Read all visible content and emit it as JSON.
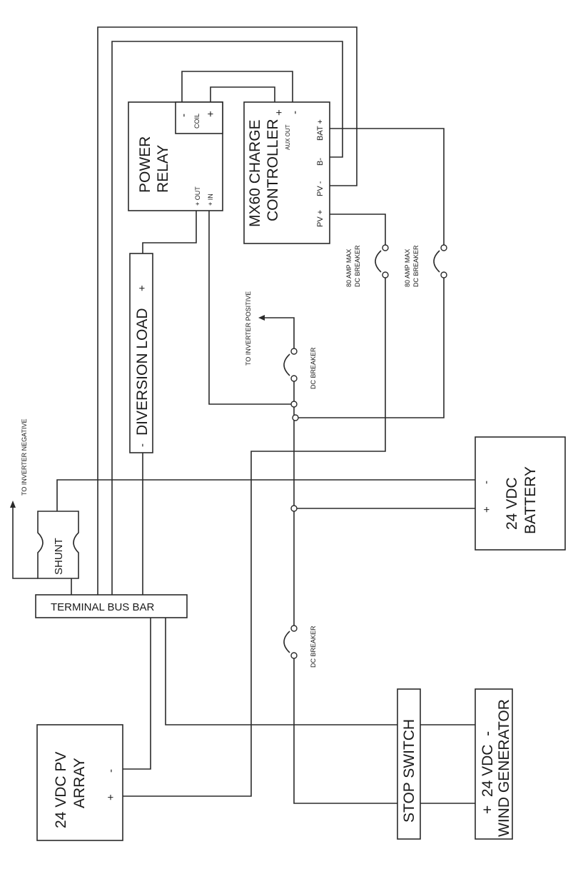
{
  "power_relay": {
    "title_line1": "POWER",
    "title_line2": "RELAY",
    "coil_label": "COIL",
    "coil_minus": "-",
    "coil_plus": "+",
    "out_label": "+ OUT",
    "in_label": "+ IN"
  },
  "charge_controller": {
    "title_line1": "MX60 CHARGE",
    "title_line2": "CONTROLLER",
    "aux_out": "AUX OUT",
    "aux_plus": "+",
    "aux_minus": "-",
    "bat_plus": "BAT +",
    "b_minus": "B-",
    "pv_minus": "PV -",
    "pv_plus": "PV +"
  },
  "breakers": {
    "max_line1": "80 AMP MAX",
    "max_line2": "DC BREAKER",
    "dc_breaker": "DC BREAKER"
  },
  "labels": {
    "to_inverter_positive": "TO INVERTER POSITIVE",
    "to_inverter_negative": "TO INVERTER NEGATIVE"
  },
  "diversion_load": {
    "title": "DIVERSION LOAD",
    "minus": "-",
    "plus": "+"
  },
  "battery": {
    "line1": "24 VDC",
    "line2": "BATTERY",
    "minus": "-",
    "plus": "+"
  },
  "shunt": {
    "label": "SHUNT"
  },
  "bus_bar": {
    "label": "TERMINAL BUS BAR"
  },
  "pv_array": {
    "line1": "24 VDC PV",
    "line2": "ARRAY",
    "minus": "-",
    "plus": "+"
  },
  "stop_switch": {
    "label": "STOP SWITCH"
  },
  "wind_generator": {
    "line1": "+  24 VDC  -",
    "line2": "WIND GENERATOR"
  }
}
